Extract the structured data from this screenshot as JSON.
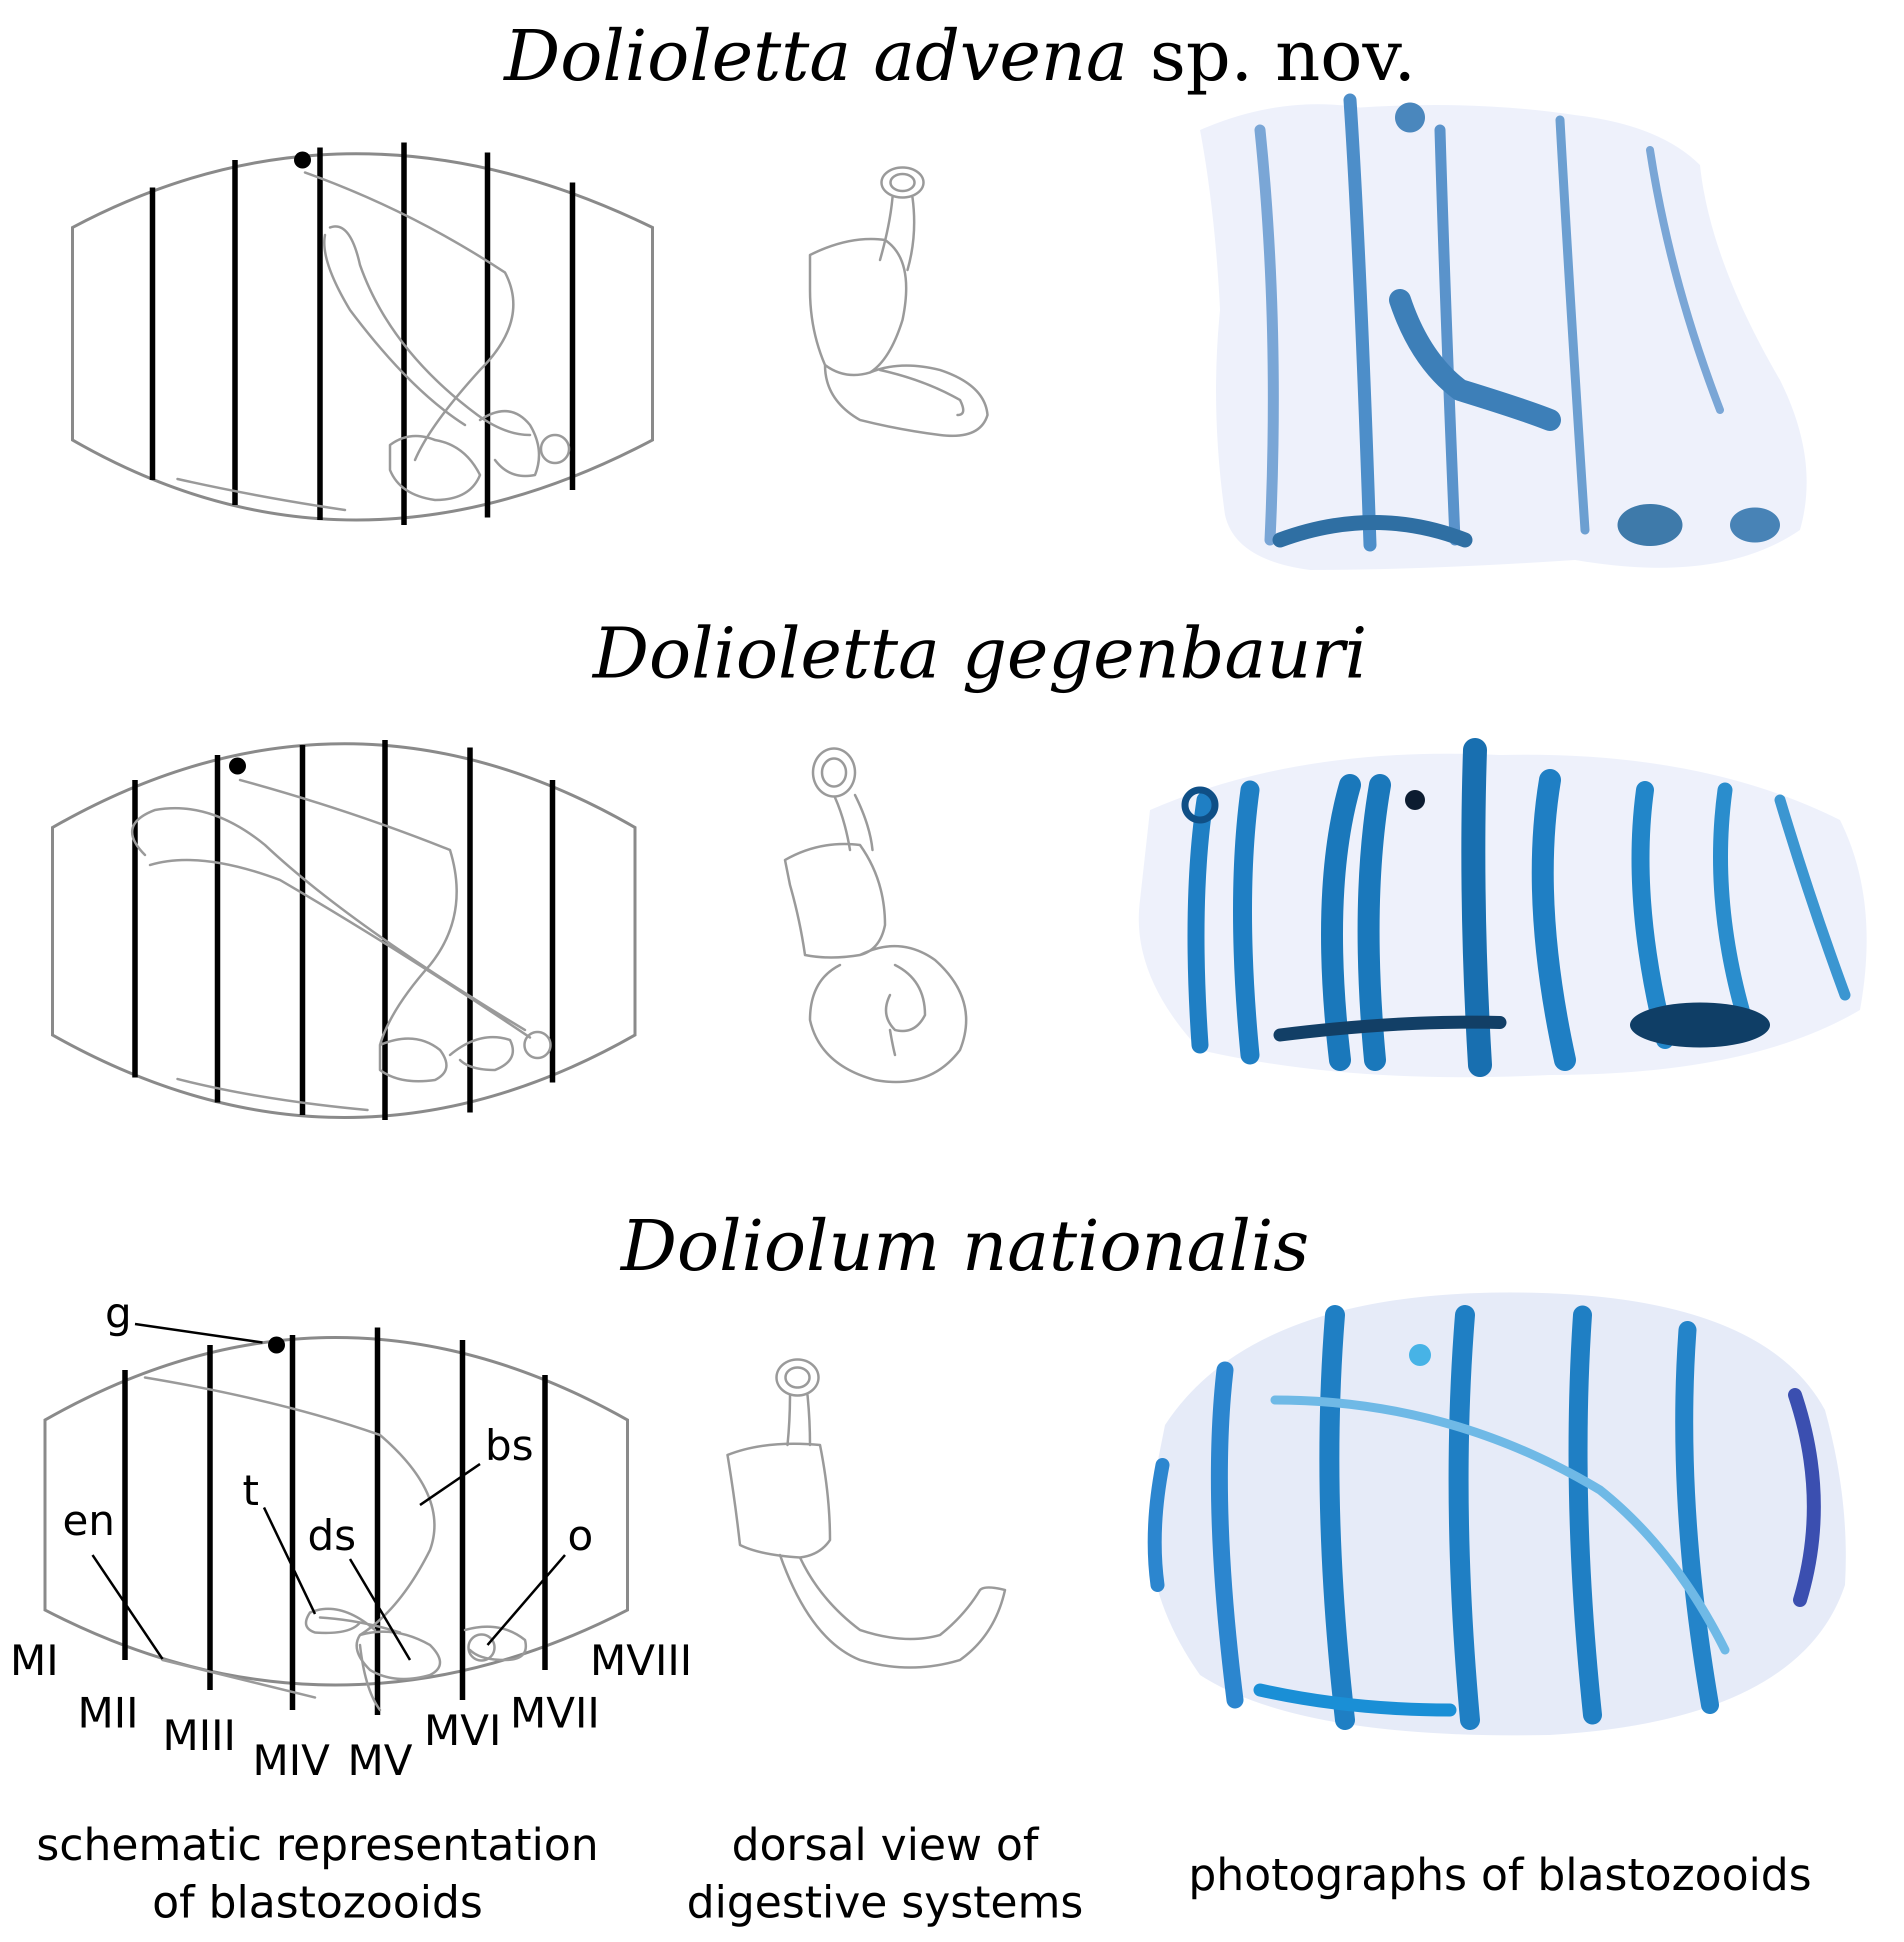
{
  "figure": {
    "rows": [
      {
        "title_italic": "Dolioletta advena",
        "title_roman": " sp. nov.",
        "gonad_label": "",
        "show_labels": false
      },
      {
        "title_italic": "Dolioletta gegenbauri",
        "title_roman": "",
        "show_labels": false
      },
      {
        "title_italic": "Doliolum nationalis",
        "title_roman": "",
        "show_labels": true
      }
    ],
    "labels": {
      "g": "g",
      "bs": "bs",
      "t": "t",
      "ds": "ds",
      "en": "en",
      "o": "o",
      "muscles": [
        "MI",
        "MII",
        "MIII",
        "MIV",
        "MV",
        "MVI",
        "MVII",
        "MVIII"
      ]
    },
    "captions": {
      "schematic_line1": "schematic representation",
      "schematic_line2": "of blastozooids",
      "dorsal_line1": "dorsal view of",
      "dorsal_line2": "digestive systems",
      "photos": "photographs of blastozooids"
    },
    "colors": {
      "muscle_stain": "#1f7fc4",
      "muscle_dark": "#0e5f9e",
      "photo_tint": "#e6ebf8",
      "outline_gray": "#8a8a8a"
    }
  }
}
